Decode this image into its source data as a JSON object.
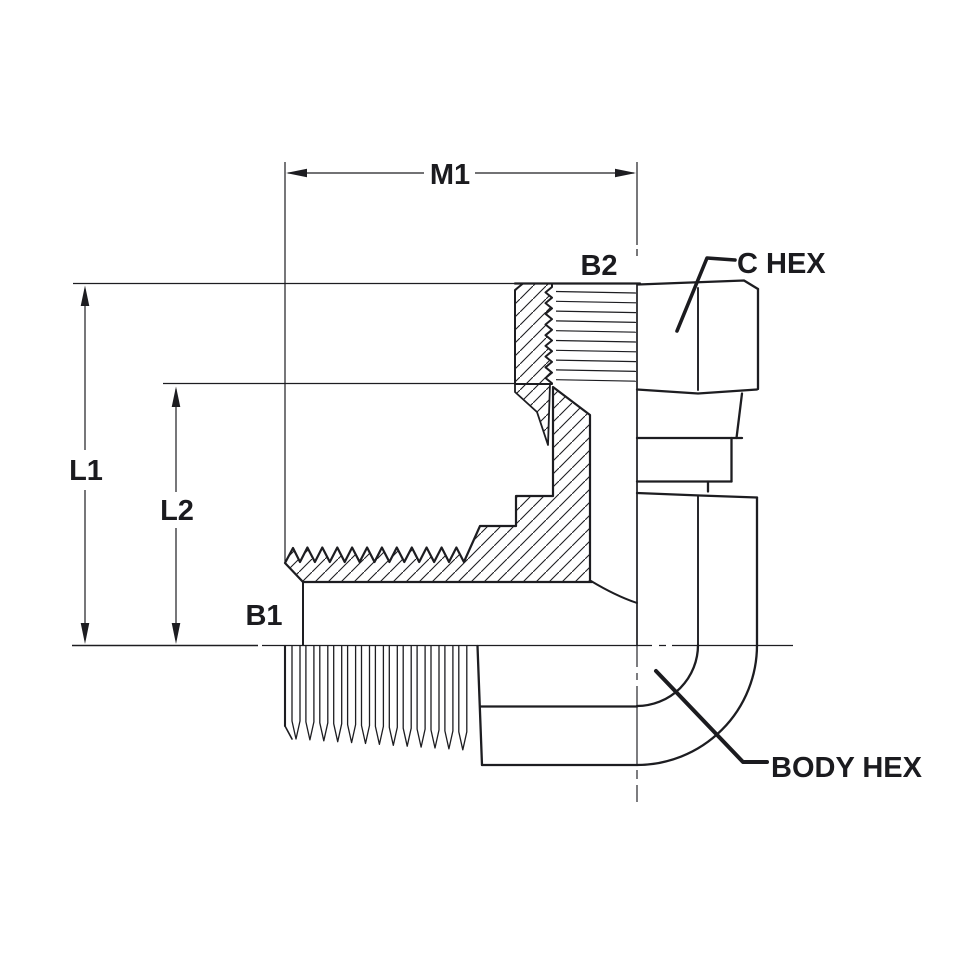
{
  "drawing": {
    "background_color": "#ffffff",
    "line_color": "#1d1d21",
    "dimension_labels": {
      "m1": "M1",
      "l1": "L1",
      "l2": "L2"
    },
    "port_labels": {
      "b1": "B1",
      "b2": "B2"
    },
    "callout_labels": {
      "c_hex": "C HEX",
      "body_hex": "BODY HEX"
    }
  }
}
